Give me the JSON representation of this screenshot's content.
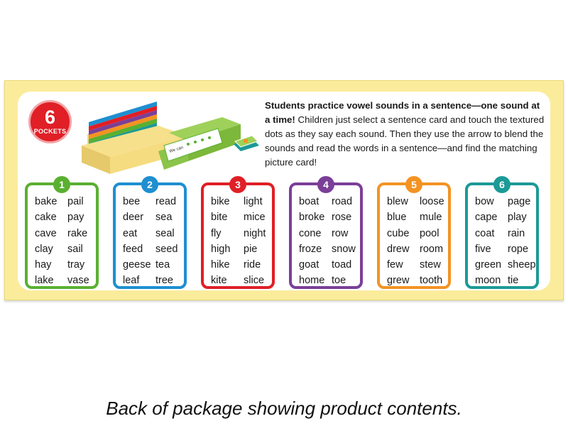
{
  "badge": {
    "number": "6",
    "label": "POCKETS"
  },
  "description": {
    "bold": "Students practice vowel sounds in a sentence—one sound at a time!",
    "rest": " Children just select a sentence card and touch the textured dots as they say each sound. Then they use the arrow to blend the sounds and read the words in a sentence—and find the matching picture card!"
  },
  "product_card_text": "We can",
  "pockets": [
    {
      "number": "1",
      "color": "#5ab031",
      "words": [
        "bake",
        "cake",
        "cave",
        "clay",
        "hay",
        "lake",
        "pail",
        "pay",
        "rake",
        "sail",
        "tray",
        "vase"
      ]
    },
    {
      "number": "2",
      "color": "#1e8fd1",
      "words": [
        "bee",
        "deer",
        "eat",
        "feed",
        "geese",
        "leaf",
        "read",
        "sea",
        "seal",
        "seed",
        "tea",
        "tree"
      ]
    },
    {
      "number": "3",
      "color": "#e01f26",
      "words": [
        "bike",
        "bite",
        "fly",
        "high",
        "hike",
        "kite",
        "light",
        "mice",
        "night",
        "pie",
        "ride",
        "slice"
      ]
    },
    {
      "number": "4",
      "color": "#7b3f98",
      "words": [
        "boat",
        "broke",
        "cone",
        "froze",
        "goat",
        "home",
        "road",
        "rose",
        "row",
        "snow",
        "toad",
        "toe"
      ]
    },
    {
      "number": "5",
      "color": "#f39323",
      "words": [
        "blew",
        "blue",
        "cube",
        "drew",
        "few",
        "grew",
        "loose",
        "mule",
        "pool",
        "room",
        "stew",
        "tooth"
      ]
    },
    {
      "number": "6",
      "color": "#1b9a97",
      "words": [
        "bow",
        "cape",
        "coat",
        "five",
        "green",
        "moon",
        "page",
        "play",
        "rain",
        "rope",
        "sheep",
        "tie"
      ]
    }
  ],
  "caption": "Back of package showing product contents."
}
